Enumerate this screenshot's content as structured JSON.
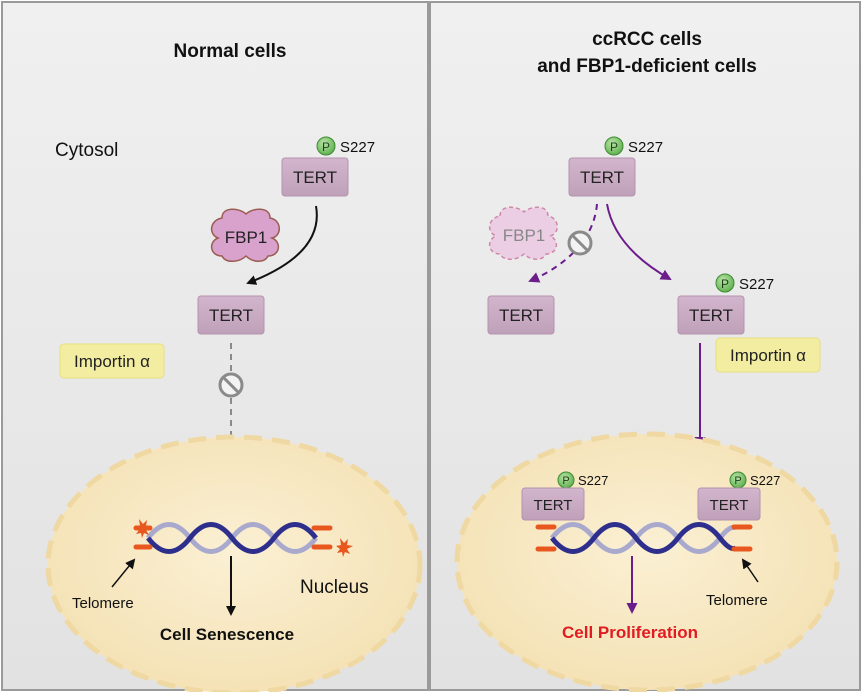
{
  "left_panel": {
    "title": "Normal cells",
    "compartment_cytosol": "Cytosol",
    "compartment_nucleus": "Nucleus",
    "phospho": "P",
    "site": "S227",
    "tert_label": "TERT",
    "fbp1_label": "FBP1",
    "importin_label": "Importin α",
    "telomere_label": "Telomere",
    "outcome": "Cell Senescence"
  },
  "right_panel": {
    "title_line1": "ccRCC cells",
    "title_line2": "and FBP1-deficient cells",
    "phospho": "P",
    "site": "S227",
    "tert_label": "TERT",
    "fbp1_label": "FBP1",
    "importin_label": "Importin α",
    "telomere_label": "Telomere",
    "outcome": "Cell Proliferation"
  },
  "colors": {
    "panel_bg": "#e8e8e8",
    "border": "#9a9a9a",
    "tert_box": "#c8a9c3",
    "tert_box_edge": "#b592ae",
    "fbp1_fill": "#d9a2cc",
    "importin_bg": "#f3eda2",
    "nucleus_fill": "#f7e9c6",
    "nucleus_edge": "#efd8a1",
    "dna_blue": "#2e2f8c",
    "dna_light": "#a9a9cd",
    "telomere_orange": "#e8571e",
    "purple_arrow": "#6b1d8b",
    "p_green": "#6bbd5a",
    "proliferation_red": "#e01b22"
  }
}
